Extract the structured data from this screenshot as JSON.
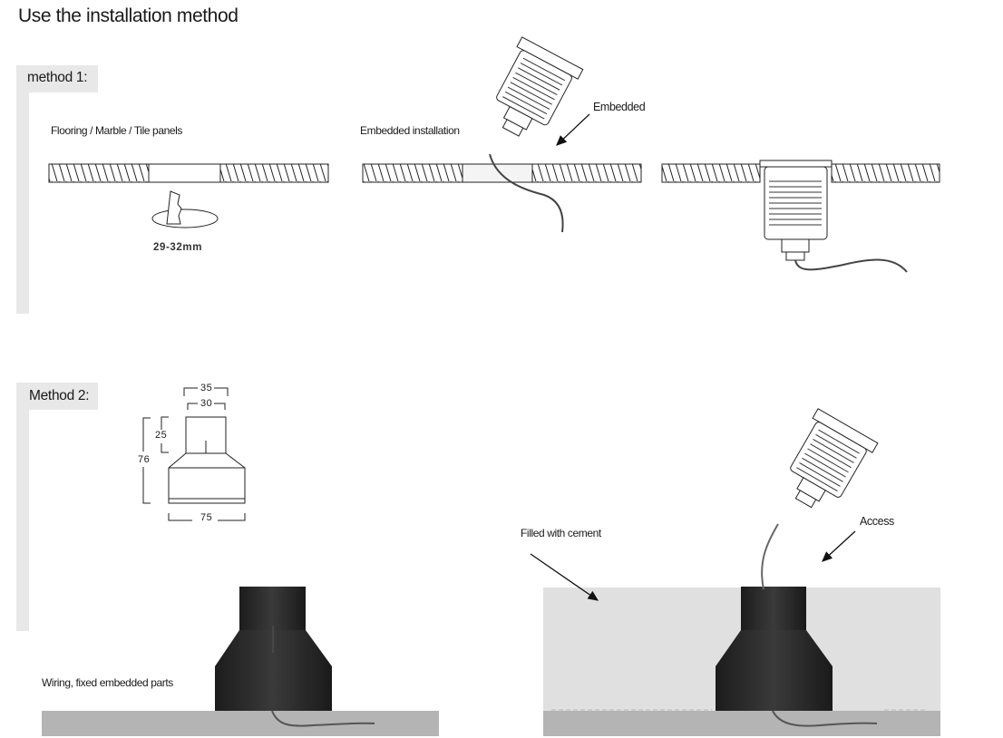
{
  "title": "Use the installation method",
  "method1": {
    "heading": "method 1:",
    "panel_label": "Flooring / Marble / Tile panels",
    "drill_size": "29-32mm",
    "embedded_installation": "Embedded installation",
    "embedded": "Embedded"
  },
  "method2": {
    "heading": "Method 2:",
    "dimensions": {
      "top_outer": "35",
      "top_inner": "30",
      "neck": "25",
      "height": "76",
      "base": "75"
    },
    "wiring_label": "Wiring, fixed embedded parts",
    "cement_label": "Filled with cement",
    "access_label": "Access"
  }
}
